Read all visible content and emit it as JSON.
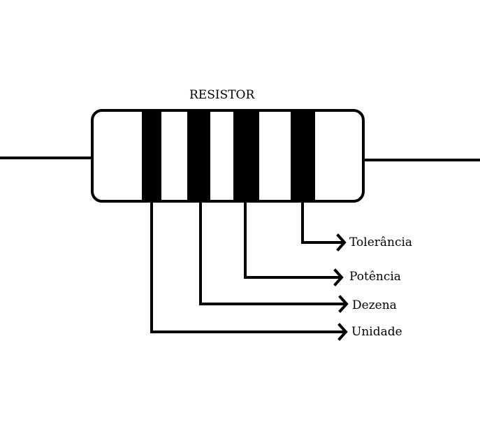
{
  "diagram": {
    "title": "RESISTOR",
    "bands": [
      {
        "name": "Unidade"
      },
      {
        "name": "Dezena"
      },
      {
        "name": "Potência"
      },
      {
        "name": "Tolerância"
      }
    ],
    "labels": {
      "tolerancia": "Tolerância",
      "potencia": "Potência",
      "dezena": "Dezena",
      "unidade": "Unidade"
    },
    "colors": {
      "stroke": "#000000",
      "background": "#ffffff"
    }
  }
}
